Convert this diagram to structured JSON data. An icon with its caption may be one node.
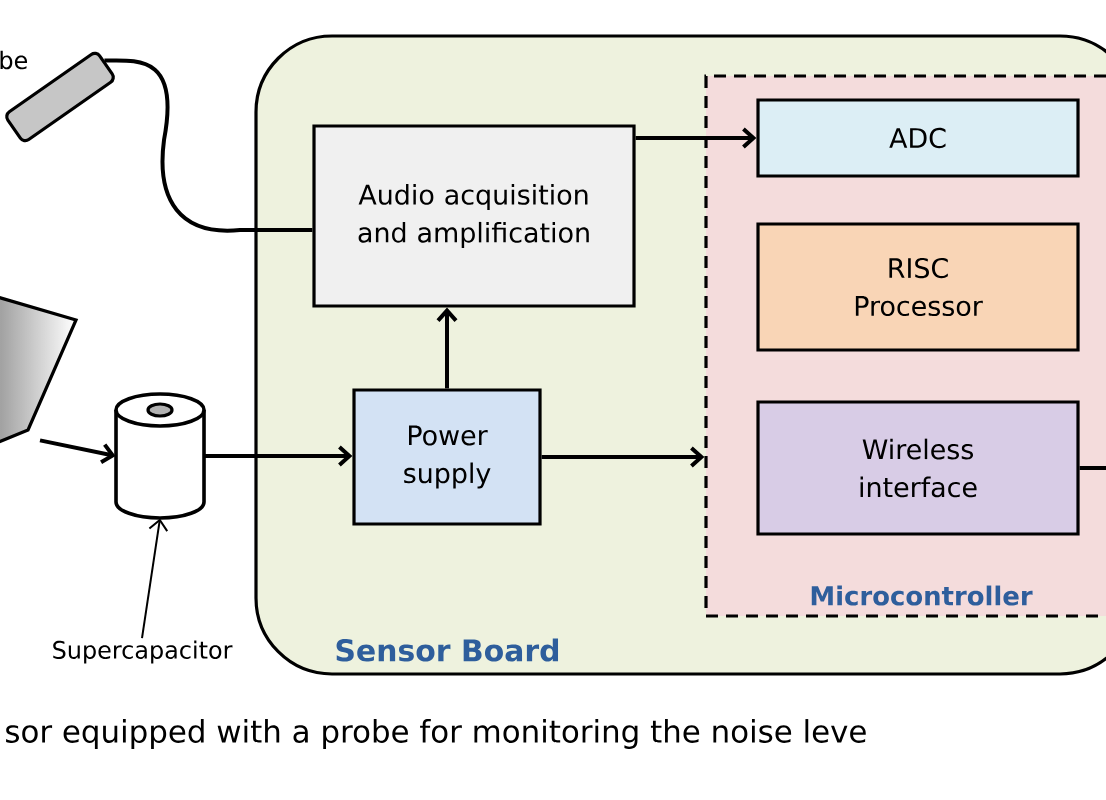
{
  "diagram": {
    "caption": "sor equipped with a probe for monitoring the noise leve",
    "nodes": [
      {
        "text": [],
        "shape": "cylinder",
        "beside": [
          "be"
        ]
      },
      {
        "text": [],
        "shape": "picture"
      },
      {
        "text": [],
        "shape": "cylinder"
      },
      {
        "text": [
          "Sensor Board"
        ]
      },
      {
        "text": [
          "Audio acquisition and amplification"
        ],
        "in": 3
      },
      {
        "text": [
          "Power supply"
        ],
        "in": 3
      },
      {
        "text": [
          "Microcontroller"
        ],
        "in": 3
      },
      {
        "text": [
          "ADC"
        ],
        "in": 6
      },
      {
        "text": [
          "RISC Processor"
        ],
        "in": 6
      },
      {
        "text": [
          "Wireless interface"
        ],
        "in": 6
      },
      {
        "text": [
          "Supercapacitor"
        ]
      }
    ],
    "edges": [
      {
        "from": 0,
        "to": 4,
        "arrow": "none"
      },
      {
        "from": 1,
        "to": 2,
        "arrow": "to"
      },
      {
        "from": 2,
        "to": 5,
        "arrow": "to"
      },
      {
        "from": 5,
        "to": 4,
        "arrow": "to"
      },
      {
        "from": 4,
        "to": 7,
        "arrow": "to"
      },
      {
        "from": 5,
        "to": 6,
        "arrow": "to"
      },
      {
        "from": 10,
        "to": 2,
        "arrow": "to"
      },
      {
        "from": 9,
        "to": null,
        "arrow": "none"
      }
    ]
  }
}
